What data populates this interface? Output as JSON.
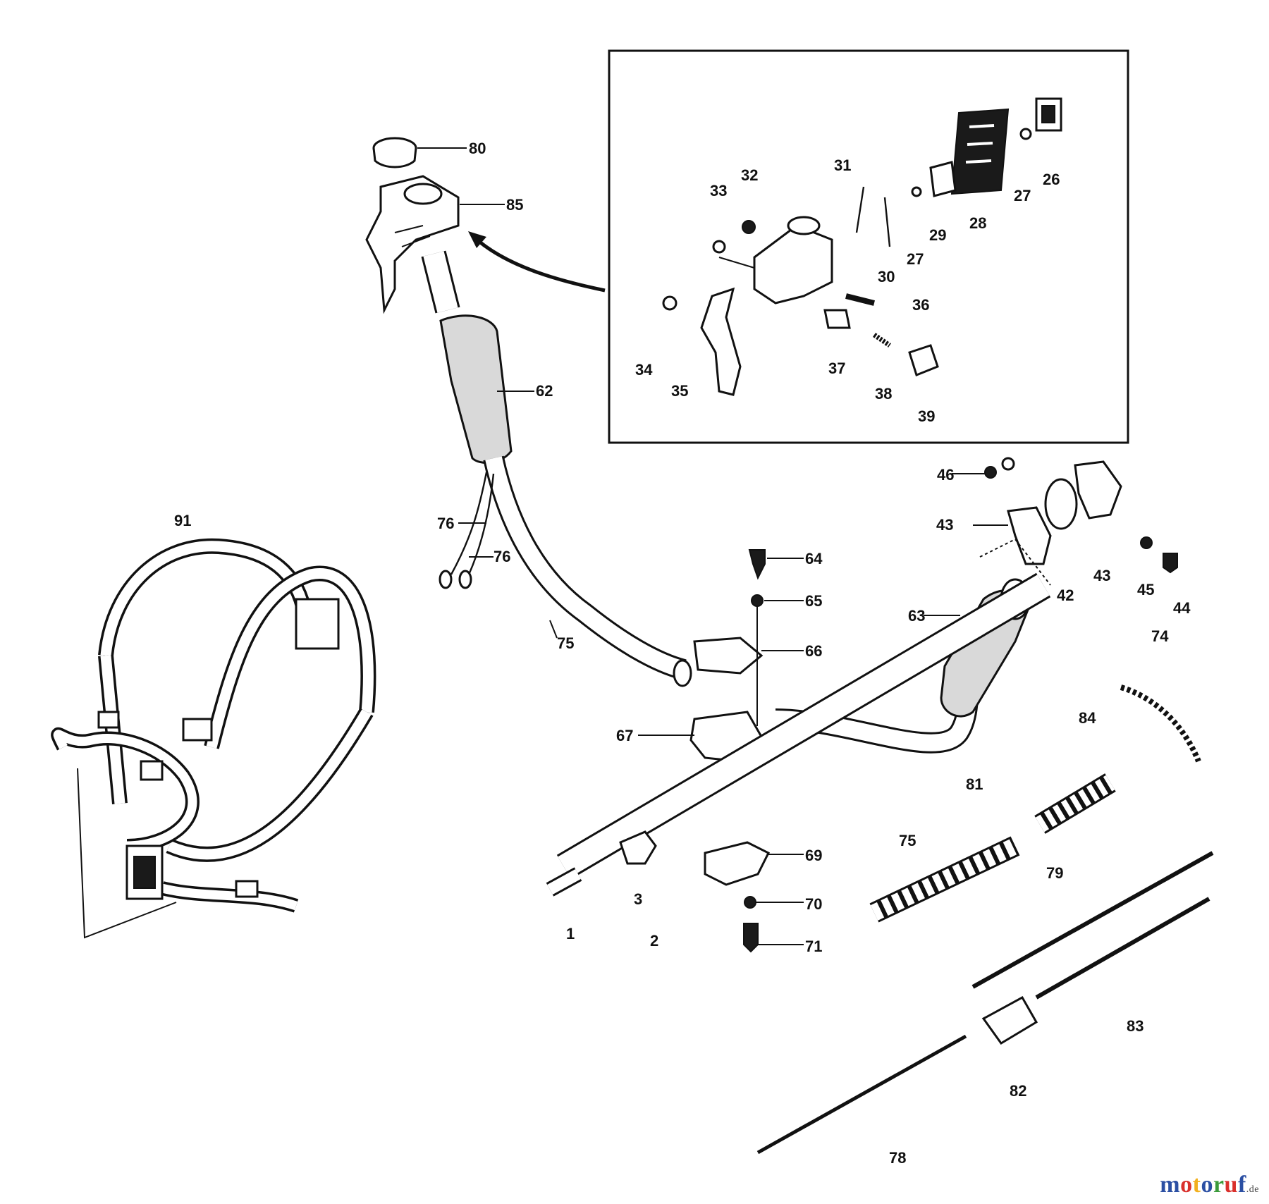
{
  "labels": {
    "p1": "1",
    "p2": "2",
    "p3": "3",
    "p26": "26",
    "p27a": "27",
    "p27b": "27",
    "p28": "28",
    "p29": "29",
    "p30": "30",
    "p31": "31",
    "p32": "32",
    "p33": "33",
    "p34": "34",
    "p35": "35",
    "p36": "36",
    "p37": "37",
    "p38": "38",
    "p39": "39",
    "p42": "42",
    "p43a": "43",
    "p43b": "43",
    "p44": "44",
    "p45": "45",
    "p46": "46",
    "p62": "62",
    "p63": "63",
    "p64": "64",
    "p65": "65",
    "p66": "66",
    "p67": "67",
    "p69": "69",
    "p70": "70",
    "p71": "71",
    "p74": "74",
    "p75a": "75",
    "p75b": "75",
    "p76a": "76",
    "p76b": "76",
    "p78": "78",
    "p79": "79",
    "p80": "80",
    "p81": "81",
    "p82": "82",
    "p83": "83",
    "p84": "84",
    "p85": "85",
    "p91": "91"
  },
  "watermark": {
    "text": "motoruf",
    "suffix": ".de",
    "letter_colors": [
      "#2b4fa3",
      "#d9302c",
      "#f2b01e",
      "#2b4fa3",
      "#3a9a3a",
      "#d9302c",
      "#2b4fa3"
    ]
  }
}
